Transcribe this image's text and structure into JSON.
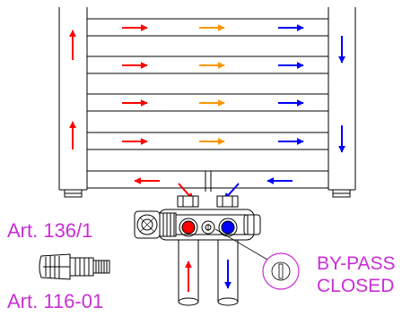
{
  "labels": {
    "art_valve": "Art. 136/1",
    "art_head": "Art. 116-01",
    "bypass_line1": "BY-PASS",
    "bypass_line2": "CLOSED"
  },
  "colors": {
    "label": "#c92ed6",
    "line": "#000000",
    "hot": "#ff0000",
    "warm": "#ff9500",
    "cold": "#0000ff",
    "radiator_fill": "#ffffff"
  }
}
